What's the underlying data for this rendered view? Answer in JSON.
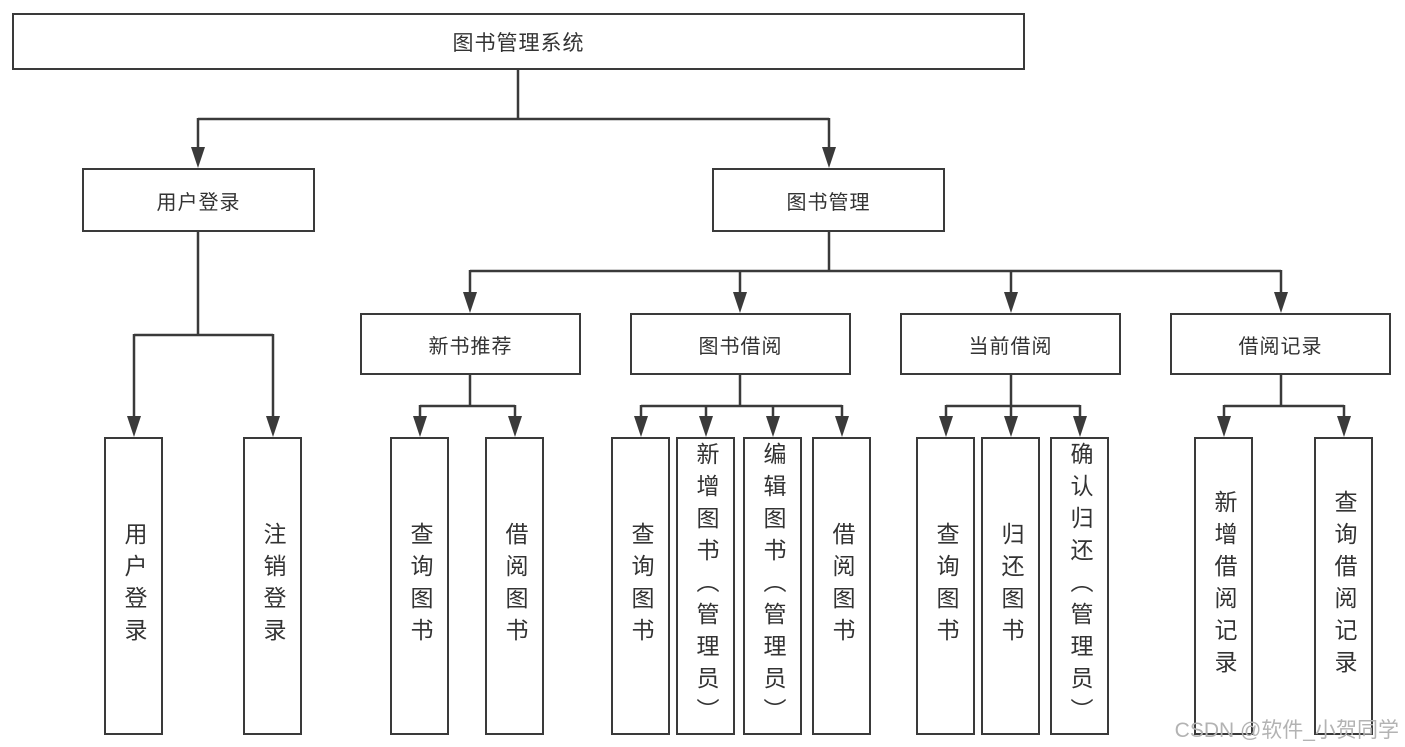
{
  "diagram": {
    "type": "hierarchy",
    "root": {
      "label": "图书管理系统"
    },
    "branches": [
      {
        "label": "用户登录",
        "leaves": [
          {
            "label": "用户登录"
          },
          {
            "label": "注销登录"
          }
        ]
      },
      {
        "label": "图书管理",
        "groups": [
          {
            "label": "新书推荐",
            "leaves": [
              {
                "label": "查询图书"
              },
              {
                "label": "借阅图书"
              }
            ]
          },
          {
            "label": "图书借阅",
            "leaves": [
              {
                "label": "查询图书"
              },
              {
                "label": "新增图书（管理员）"
              },
              {
                "label": "编辑图书（管理员）"
              },
              {
                "label": "借阅图书"
              }
            ]
          },
          {
            "label": "当前借阅",
            "leaves": [
              {
                "label": "查询图书"
              },
              {
                "label": "归还图书"
              },
              {
                "label": "确认归还（管理员）"
              }
            ]
          },
          {
            "label": "借阅记录",
            "leaves": [
              {
                "label": "新增借阅记录"
              },
              {
                "label": "查询借阅记录"
              }
            ]
          }
        ]
      }
    ]
  },
  "colors": {
    "line": "#3a3a3a",
    "text": "#333333",
    "watermark": "#b3b3b3",
    "background": "#ffffff"
  },
  "watermark": {
    "text": "CSDN @软件_小贺同学"
  }
}
